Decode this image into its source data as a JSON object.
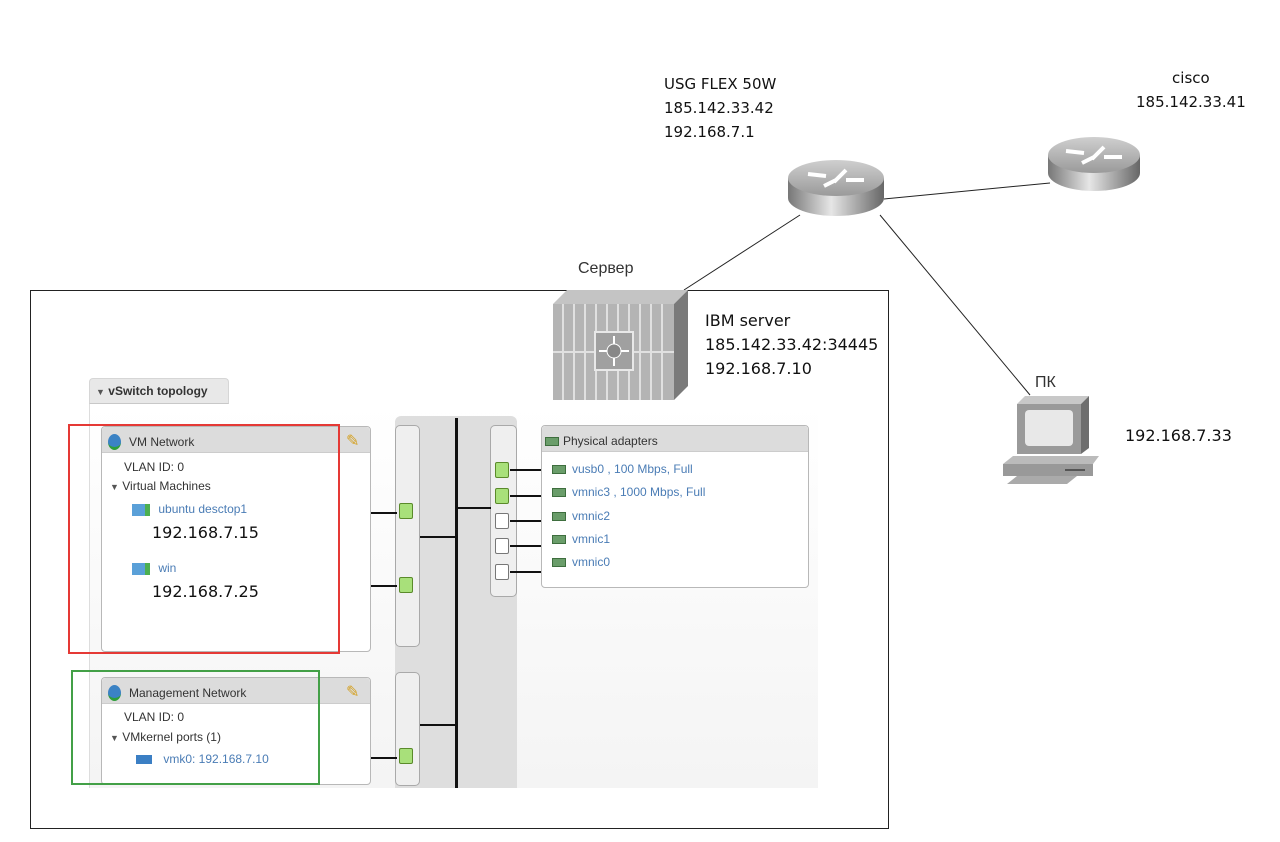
{
  "devices": {
    "usg": {
      "name": "USG FLEX 50W",
      "ip_wan": "185.142.33.42",
      "ip_lan": "192.168.7.1"
    },
    "cisco": {
      "name": "cisco",
      "ip": "185.142.33.41"
    },
    "server": {
      "caption": "Сервер",
      "name": "IBM server",
      "ip_wan": "185.142.33.42:34445",
      "ip_lan": "192.168.7.10"
    },
    "pc": {
      "caption": "ПК",
      "ip": "192.168.7.33"
    }
  },
  "vswitch": {
    "section_title": "vSwitch topology",
    "vm_network": {
      "title": "VM Network",
      "vlan": "VLAN ID: 0",
      "group_label": "Virtual Machines",
      "vms": [
        {
          "name": "ubuntu desctop1",
          "ip": "192.168.7.15"
        },
        {
          "name": "win",
          "ip": "192.168.7.25"
        }
      ]
    },
    "mgmt_network": {
      "title": "Management Network",
      "vlan": "VLAN ID: 0",
      "group_label": "VMkernel ports (1)",
      "ports": [
        {
          "label": "vmk0: 192.168.7.10"
        }
      ]
    },
    "physical_adapters": {
      "title": "Physical adapters",
      "items": [
        {
          "label": "vusb0 , 100 Mbps, Full",
          "connected": true
        },
        {
          "label": "vmnic3 , 1000 Mbps, Full",
          "connected": true
        },
        {
          "label": "vmnic2",
          "connected": false
        },
        {
          "label": "vmnic1",
          "connected": false
        },
        {
          "label": "vmnic0",
          "connected": false
        }
      ]
    }
  },
  "colors": {
    "highlight_vm": "#e53935",
    "highlight_mgmt": "#43a047",
    "port_active": "#a8e07a",
    "link_text": "#4a7cb5"
  }
}
